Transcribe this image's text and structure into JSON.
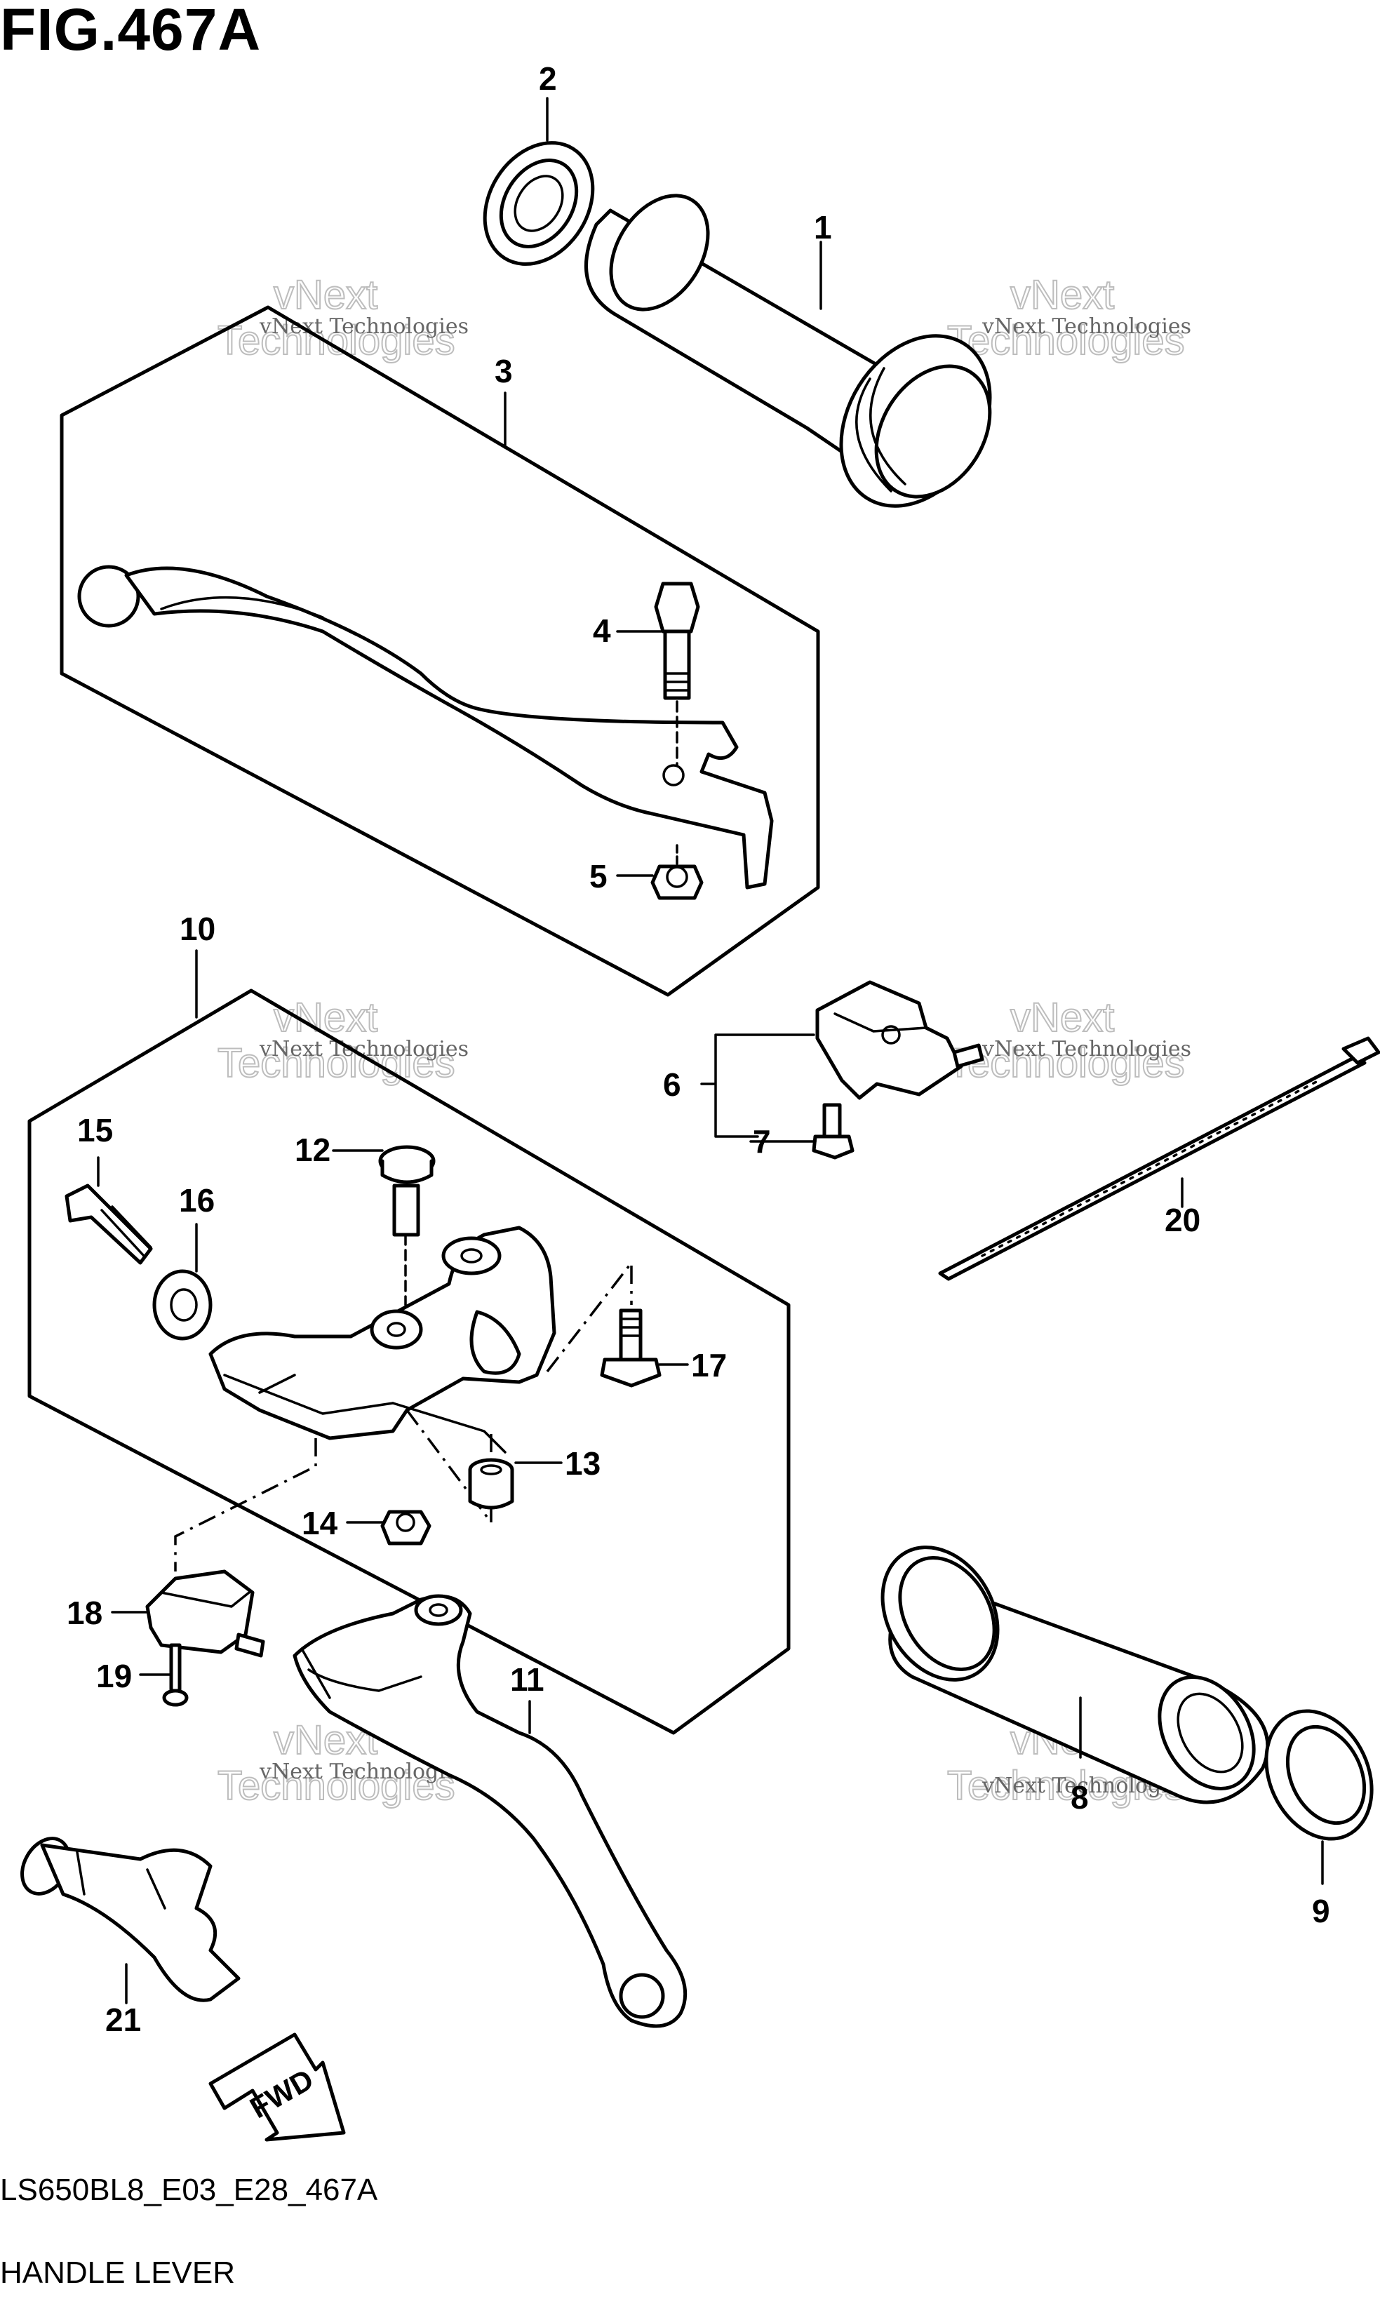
{
  "figure": {
    "title": "FIG.467A",
    "code": "LS650BL8_E03_E28_467A",
    "name": "HANDLE LEVER"
  },
  "watermark": {
    "line_small": "vNext Technologies",
    "word_a": "vNext",
    "word_b": "Technologies"
  },
  "callouts": [
    "1",
    "2",
    "3",
    "4",
    "5",
    "6",
    "7",
    "8",
    "9",
    "10",
    "11",
    "12",
    "13",
    "14",
    "15",
    "16",
    "17",
    "18",
    "19",
    "20",
    "21"
  ],
  "arrow": {
    "label": "FWD"
  }
}
